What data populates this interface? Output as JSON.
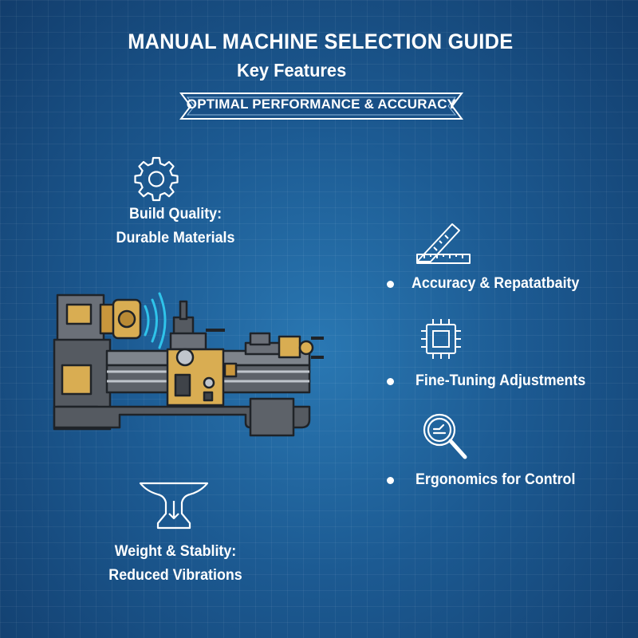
{
  "header": {
    "title": "MANUAL MACHINE SELECTION GUIDE",
    "subtitle": "Key Features",
    "banner": "OPTIMAL PERFORMANCE & ACCURACY"
  },
  "left_features": [
    {
      "icon": "gear-icon",
      "line1": "Build Quality:",
      "line2": "Durable Materials"
    },
    {
      "icon": "anvil-icon",
      "line1": "Weight & Stablity:",
      "line2": "Reduced Vibrations"
    }
  ],
  "right_features": [
    {
      "icon": "ruler-square-icon",
      "label": "Accuracy & Repatatbaity"
    },
    {
      "icon": "chip-icon",
      "label": "Fine-Tuning Adjustments"
    },
    {
      "icon": "magnifier-gauge-icon",
      "label": "Ergonomics for Control"
    }
  ],
  "illustration": {
    "icon": "lathe-machine-icon"
  },
  "colors": {
    "background": "#1c5a92",
    "machine_body": "#5a5f66",
    "brass": "#d9ad52",
    "signal": "#2fc3ea",
    "text": "#ffffff"
  }
}
